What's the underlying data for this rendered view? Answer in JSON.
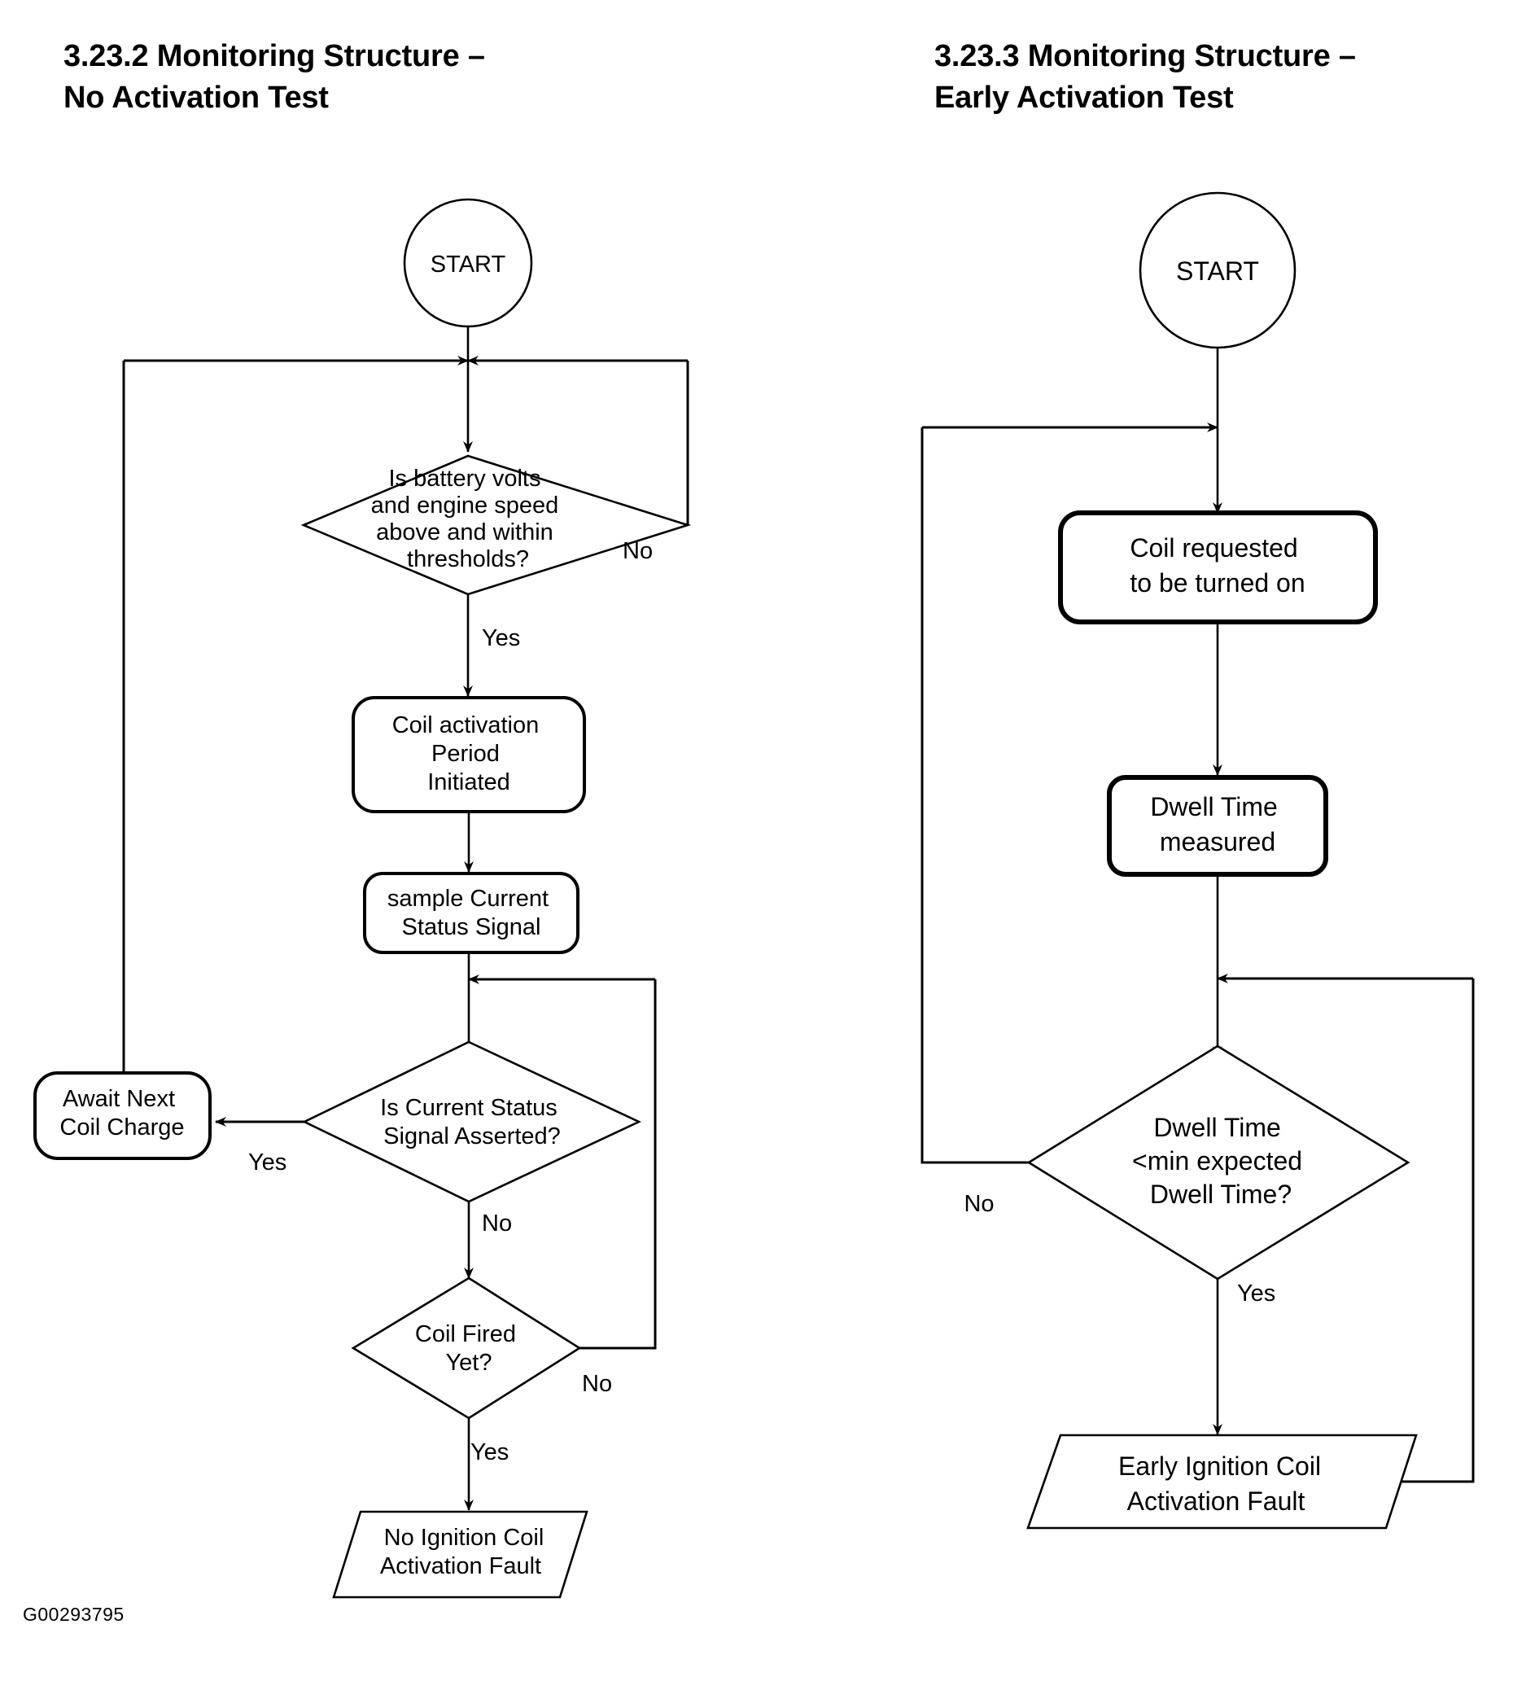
{
  "figure": {
    "code": "G00293795",
    "type": "flowchart-pair"
  },
  "left_chart": {
    "title": "3.23.2 Monitoring Structure –\nNo Activation Test",
    "nodes": {
      "start": "START",
      "decision_thresholds": "Is battery volts\nand engine speed\nabove and within\nthresholds?",
      "coil_activation": "Coil activation\nPeriod\nInitiated",
      "sample_signal": "sample Current\nStatus Signal",
      "await_next": "Await Next\nCoil Charge",
      "decision_asserted": "Is Current Status\nSignal Asserted?",
      "decision_coil_fired": "Coil Fired\nYet?",
      "fault": "No Ignition Coil\nActivation Fault"
    },
    "edge_labels": {
      "thresholds_no": "No",
      "thresholds_yes": "Yes",
      "asserted_yes": "Yes",
      "asserted_no": "No",
      "coil_fired_no": "No",
      "coil_fired_yes": "Yes"
    }
  },
  "right_chart": {
    "title": "3.23.3 Monitoring Structure –\nEarly Activation Test",
    "nodes": {
      "start": "START",
      "coil_requested": "Coil requested\nto be turned on",
      "dwell_measured": "Dwell Time\nmeasured",
      "decision_dwell": "Dwell Time\n<min expected\nDwell Time?",
      "fault": "Early Ignition Coil\nActivation Fault"
    },
    "edge_labels": {
      "dwell_no": "No",
      "dwell_yes": "Yes"
    }
  }
}
